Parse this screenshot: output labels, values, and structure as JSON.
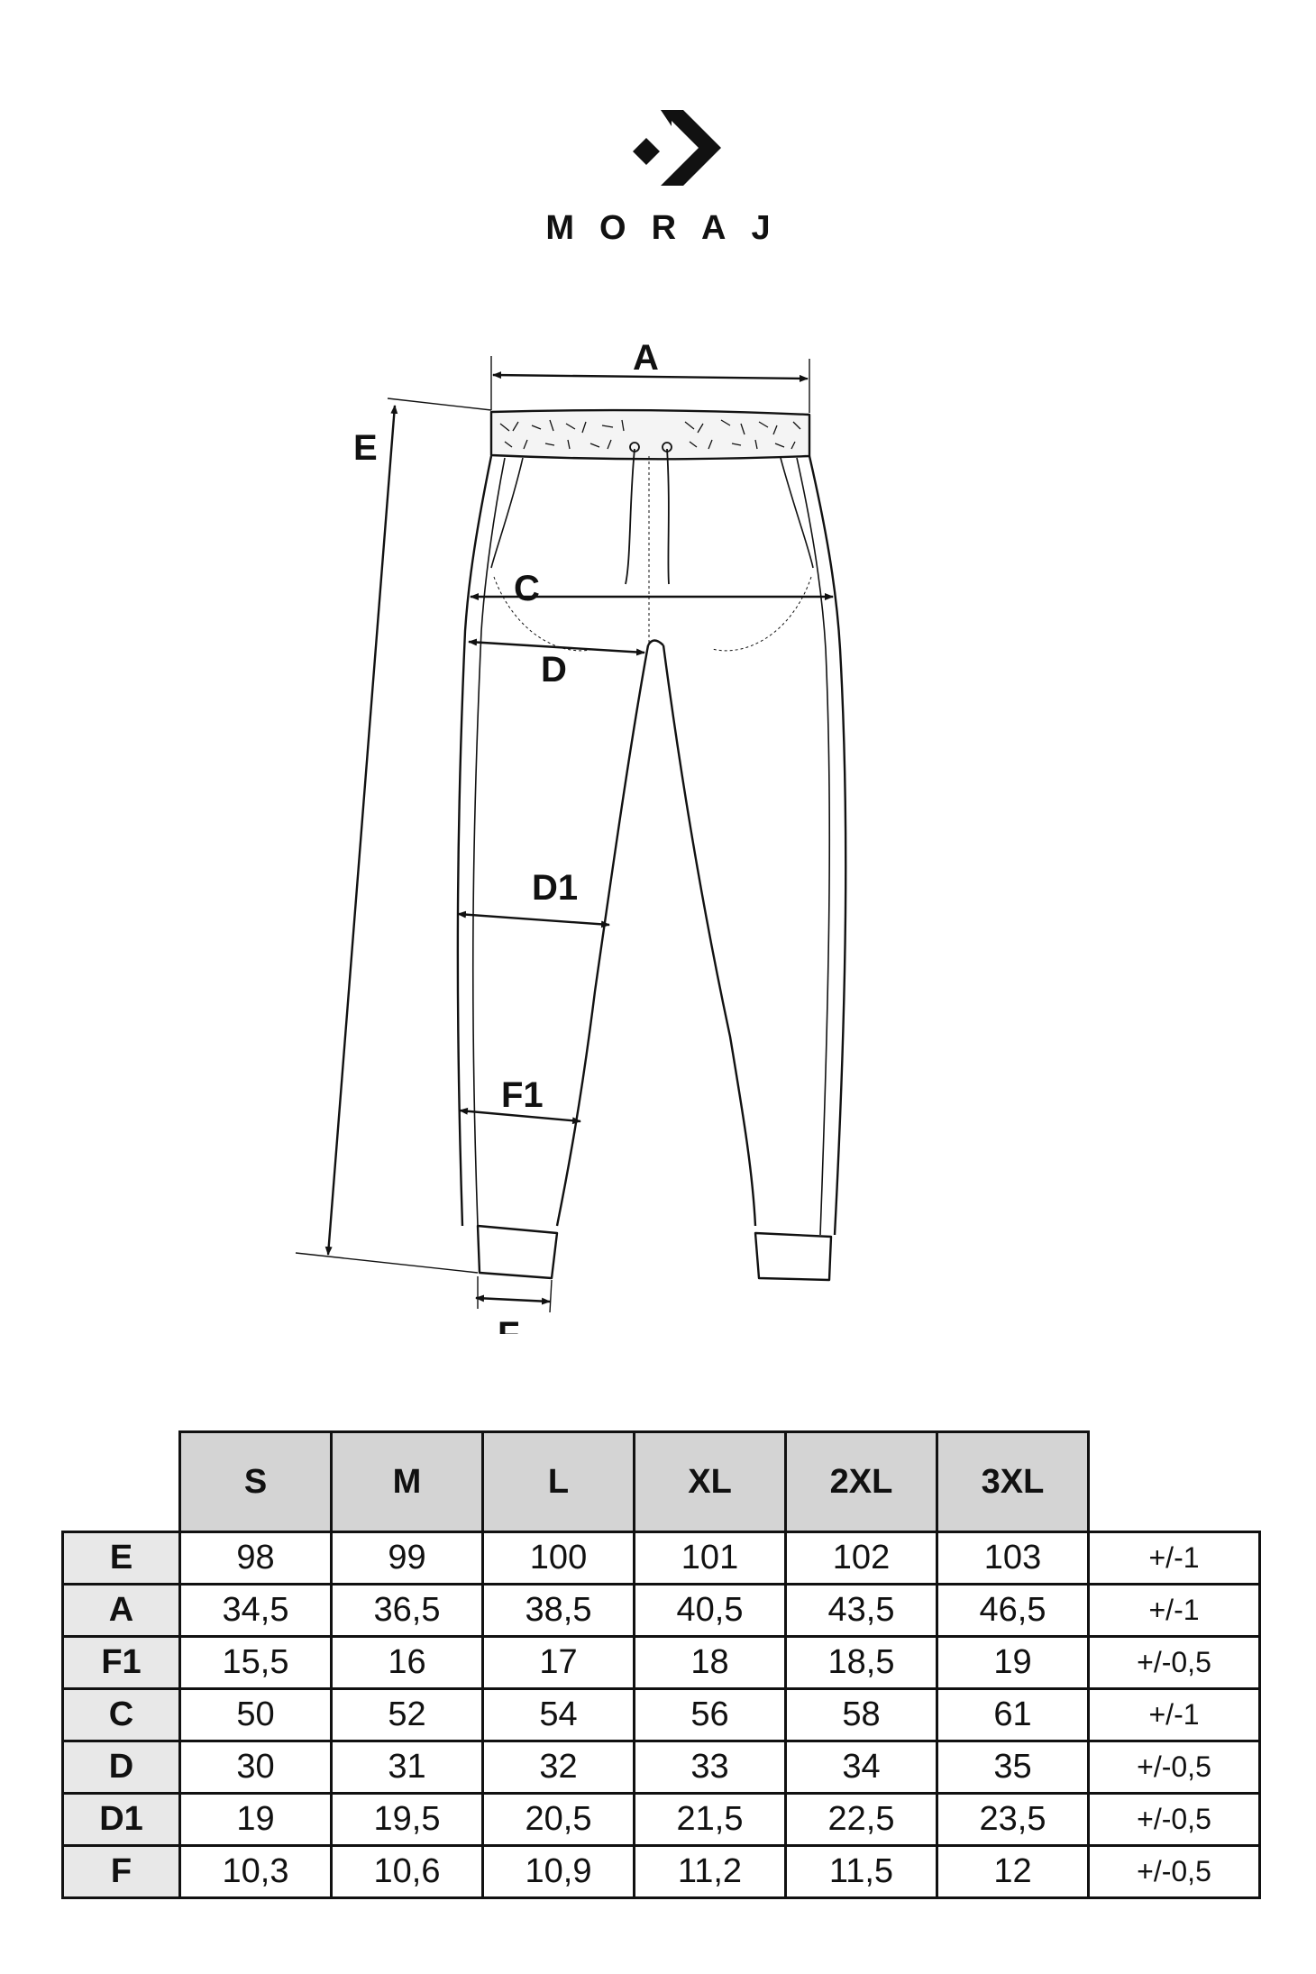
{
  "brand": {
    "name": "MORAJ"
  },
  "diagram": {
    "labels": {
      "A": "A",
      "E": "E",
      "C": "C",
      "D": "D",
      "D1": "D1",
      "F1": "F1",
      "F": "F"
    }
  },
  "table": {
    "headers": [
      "S",
      "M",
      "L",
      "XL",
      "2XL",
      "3XL"
    ],
    "rows": [
      {
        "label": "E",
        "values": [
          "98",
          "99",
          "100",
          "101",
          "102",
          "103"
        ],
        "tolerance": "+/-1"
      },
      {
        "label": "A",
        "values": [
          "34,5",
          "36,5",
          "38,5",
          "40,5",
          "43,5",
          "46,5"
        ],
        "tolerance": "+/-1"
      },
      {
        "label": "F1",
        "values": [
          "15,5",
          "16",
          "17",
          "18",
          "18,5",
          "19"
        ],
        "tolerance": "+/-0,5"
      },
      {
        "label": "C",
        "values": [
          "50",
          "52",
          "54",
          "56",
          "58",
          "61"
        ],
        "tolerance": "+/-1"
      },
      {
        "label": "D",
        "values": [
          "30",
          "31",
          "32",
          "33",
          "34",
          "35"
        ],
        "tolerance": "+/-0,5"
      },
      {
        "label": "D1",
        "values": [
          "19",
          "19,5",
          "20,5",
          "21,5",
          "22,5",
          "23,5"
        ],
        "tolerance": "+/-0,5"
      },
      {
        "label": "F",
        "values": [
          "10,3",
          "10,6",
          "10,9",
          "11,2",
          "11,5",
          "12"
        ],
        "tolerance": "+/-0,5"
      }
    ]
  }
}
